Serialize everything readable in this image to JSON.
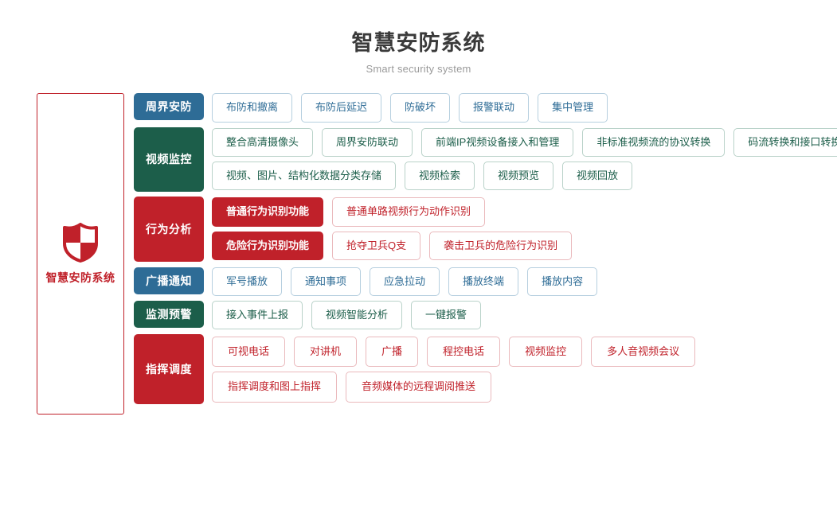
{
  "header": {
    "title": "智慧安防系统",
    "subtitle": "Smart security system"
  },
  "brand": {
    "icon": "shield-icon",
    "label": "智慧安防系统",
    "border_color": "#c0212a",
    "text_color": "#c0212a"
  },
  "colors": {
    "blue": "#2e6c96",
    "green": "#1c5e4a",
    "red": "#c0212a",
    "title": "#3a3a3a",
    "subtitle": "#9a9a9a"
  },
  "rows": [
    {
      "category": "周界安防",
      "color": "blue",
      "lines": [
        [
          {
            "label": "布防和撤离",
            "style": "outline"
          },
          {
            "label": "布防后延迟",
            "style": "outline"
          },
          {
            "label": "防破坏",
            "style": "outline"
          },
          {
            "label": "报警联动",
            "style": "outline"
          },
          {
            "label": "集中管理",
            "style": "outline"
          }
        ]
      ]
    },
    {
      "category": "视频监控",
      "color": "green",
      "lines": [
        [
          {
            "label": "整合高清摄像头",
            "style": "outline"
          },
          {
            "label": "周界安防联动",
            "style": "outline"
          },
          {
            "label": "前端IP视频设备接入和管理",
            "style": "outline"
          },
          {
            "label": "非标准视频流的协议转换",
            "style": "outline"
          },
          {
            "label": "码流转换和接口转换",
            "style": "outline"
          }
        ],
        [
          {
            "label": "视频、图片、结构化数据分类存储",
            "style": "outline"
          },
          {
            "label": "视频检索",
            "style": "outline"
          },
          {
            "label": "视频预览",
            "style": "outline"
          },
          {
            "label": "视频回放",
            "style": "outline"
          }
        ]
      ]
    },
    {
      "category": "行为分析",
      "color": "red",
      "lines": [
        [
          {
            "label": "普通行为识别功能",
            "style": "solid"
          },
          {
            "label": "普通单路视频行为动作识别",
            "style": "outline"
          }
        ],
        [
          {
            "label": "危险行为识别功能",
            "style": "solid"
          },
          {
            "label": "抢夺卫兵Q支",
            "style": "outline"
          },
          {
            "label": "袭击卫兵的危险行为识别",
            "style": "outline"
          }
        ]
      ]
    },
    {
      "category": "广播通知",
      "color": "blue",
      "lines": [
        [
          {
            "label": "军号播放",
            "style": "outline"
          },
          {
            "label": "通知事项",
            "style": "outline"
          },
          {
            "label": "应急拉动",
            "style": "outline"
          },
          {
            "label": "播放终端",
            "style": "outline"
          },
          {
            "label": "播放内容",
            "style": "outline"
          }
        ]
      ]
    },
    {
      "category": "监测预警",
      "color": "green",
      "lines": [
        [
          {
            "label": "接入事件上报",
            "style": "outline"
          },
          {
            "label": "视频智能分析",
            "style": "outline"
          },
          {
            "label": "一键报警",
            "style": "outline"
          }
        ]
      ]
    },
    {
      "category": "指挥调度",
      "color": "red",
      "lines": [
        [
          {
            "label": "可视电话",
            "style": "outline"
          },
          {
            "label": "对讲机",
            "style": "outline"
          },
          {
            "label": "广播",
            "style": "outline"
          },
          {
            "label": "程控电话",
            "style": "outline"
          },
          {
            "label": "视频监控",
            "style": "outline"
          },
          {
            "label": "多人音视频会议",
            "style": "outline"
          }
        ],
        [
          {
            "label": "指挥调度和图上指挥",
            "style": "outline"
          },
          {
            "label": "音频媒体的远程调阅推送",
            "style": "outline"
          }
        ]
      ]
    }
  ]
}
